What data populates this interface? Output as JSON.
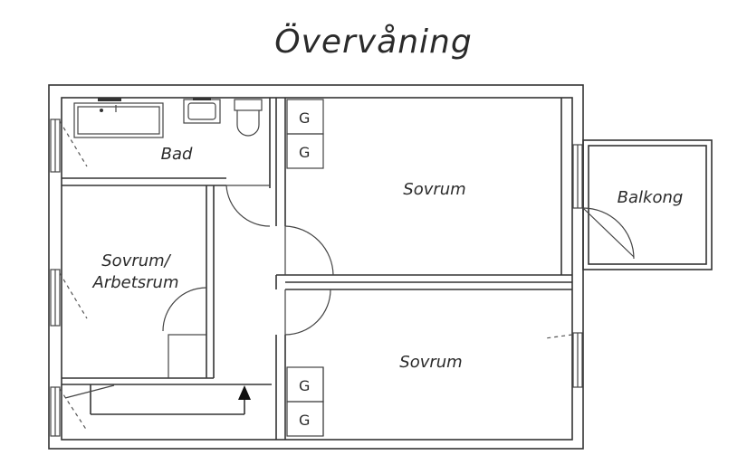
{
  "title": "Övervåning",
  "rooms": {
    "bad": "Bad",
    "sovrum_top": "Sovrum",
    "balkong": "Balkong",
    "arbetsrum_line1": "Sovrum/",
    "arbetsrum_line2": "Arbetsrum",
    "sovrum_bottom": "Sovrum"
  },
  "closets": {
    "top_1": "G",
    "top_2": "G",
    "bottom_1": "G",
    "bottom_2": "G"
  }
}
